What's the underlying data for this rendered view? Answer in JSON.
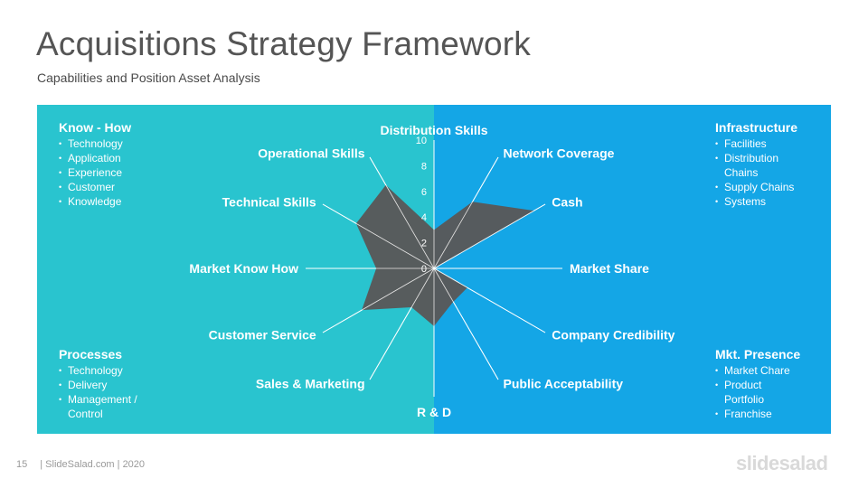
{
  "title": "Acquisitions Strategy Framework",
  "subtitle": "Capabilities and Position Asset Analysis",
  "colors": {
    "left_panel": "#29c4cf",
    "right_panel": "#14a6e6",
    "radar_fill": "#595959"
  },
  "corners": {
    "top_left": {
      "title": "Know - How",
      "items": [
        "Technology",
        "Application",
        "Experience",
        "Customer",
        "Knowledge"
      ]
    },
    "top_right": {
      "title": "Infrastructure",
      "items": [
        "Facilities",
        "Distribution Chains",
        "Supply Chains",
        "Systems"
      ]
    },
    "bottom_left": {
      "title": "Processes",
      "items": [
        "Technology",
        "Delivery",
        "Management / Control"
      ]
    },
    "bottom_right": {
      "title": "Mkt. Presence",
      "items": [
        "Market Chare",
        "Product Portfolio",
        "Franchise"
      ]
    }
  },
  "chart_data": {
    "type": "radar",
    "axis_range": [
      0,
      10
    ],
    "ticks": [
      "0",
      "2",
      "4",
      "6",
      "8",
      "10"
    ],
    "categories": [
      "Distribution Skills",
      "Network Coverage",
      "Cash",
      "Market Share",
      "Company Credibility",
      "Public Acceptability",
      "R & D",
      "Sales & Marketing",
      "Customer Service",
      "Market Know How",
      "Technical Skills",
      "Operational Skills"
    ],
    "values": [
      3,
      6,
      9,
      0,
      3,
      3,
      4.5,
      3.5,
      6.5,
      4.5,
      7,
      7.5
    ]
  },
  "footer": {
    "page": "15",
    "text": "| SlideSalad.com | 2020",
    "brand": "slidesalad"
  }
}
